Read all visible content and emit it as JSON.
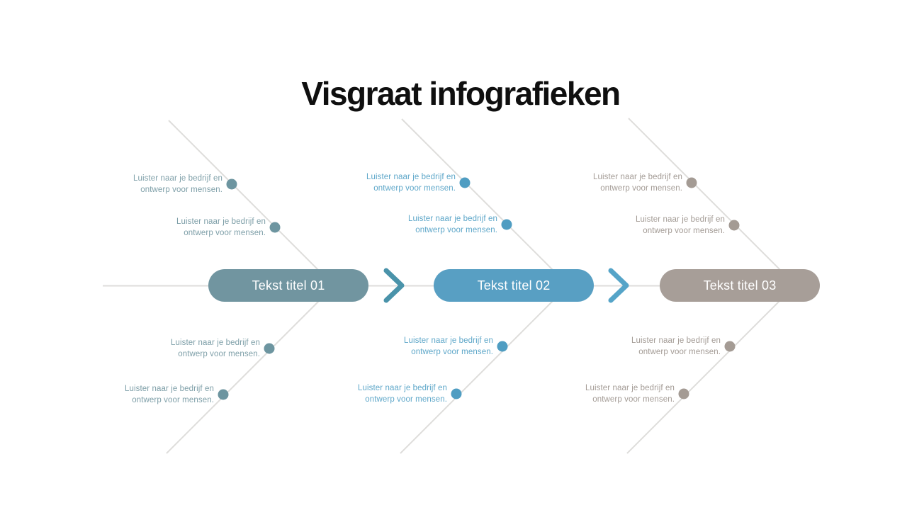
{
  "title": "Visgraat infografieken",
  "colors": {
    "bone_line": "#dedddb",
    "chevron1": "#4a93aa",
    "chevron2": "#55a4c8"
  },
  "sections": [
    {
      "title": "Tekst titel 01",
      "pill_color": "#7195a0",
      "dot_color": "#6d95a0",
      "text_color": "#7e9fa8",
      "branches": [
        {
          "line1": "Luister naar je bedrijf en",
          "line2": "ontwerp voor mensen."
        },
        {
          "line1": "Luister naar je bedrijf en",
          "line2": "ontwerp voor mensen."
        },
        {
          "line1": "Luister naar je bedrijf en",
          "line2": "ontwerp voor mensen."
        },
        {
          "line1": "Luister naar je bedrijf en",
          "line2": "ontwerp voor mensen."
        }
      ]
    },
    {
      "title": "Tekst titel 02",
      "pill_color": "#589fc3",
      "dot_color": "#4f9dc2",
      "text_color": "#5ea7c9",
      "branches": [
        {
          "line1": "Luister naar je bedrijf en",
          "line2": "ontwerp voor mensen."
        },
        {
          "line1": "Luister naar je bedrijf en",
          "line2": "ontwerp voor mensen."
        },
        {
          "line1": "Luister naar je bedrijf en",
          "line2": "ontwerp voor mensen."
        },
        {
          "line1": "Luister naar je bedrijf en",
          "line2": "ontwerp voor mensen."
        }
      ]
    },
    {
      "title": "Tekst titel 03",
      "pill_color": "#a79e98",
      "dot_color": "#a49b94",
      "text_color": "#a39b95",
      "branches": [
        {
          "line1": "Luister naar je bedrijf en",
          "line2": "ontwerp voor mensen."
        },
        {
          "line1": "Luister naar je bedrijf en",
          "line2": "ontwerp voor mensen."
        },
        {
          "line1": "Luister naar je bedrijf en",
          "line2": "ontwerp voor mensen."
        },
        {
          "line1": "Luister naar je bedrijf en",
          "line2": "ontwerp voor mensen."
        }
      ]
    }
  ]
}
